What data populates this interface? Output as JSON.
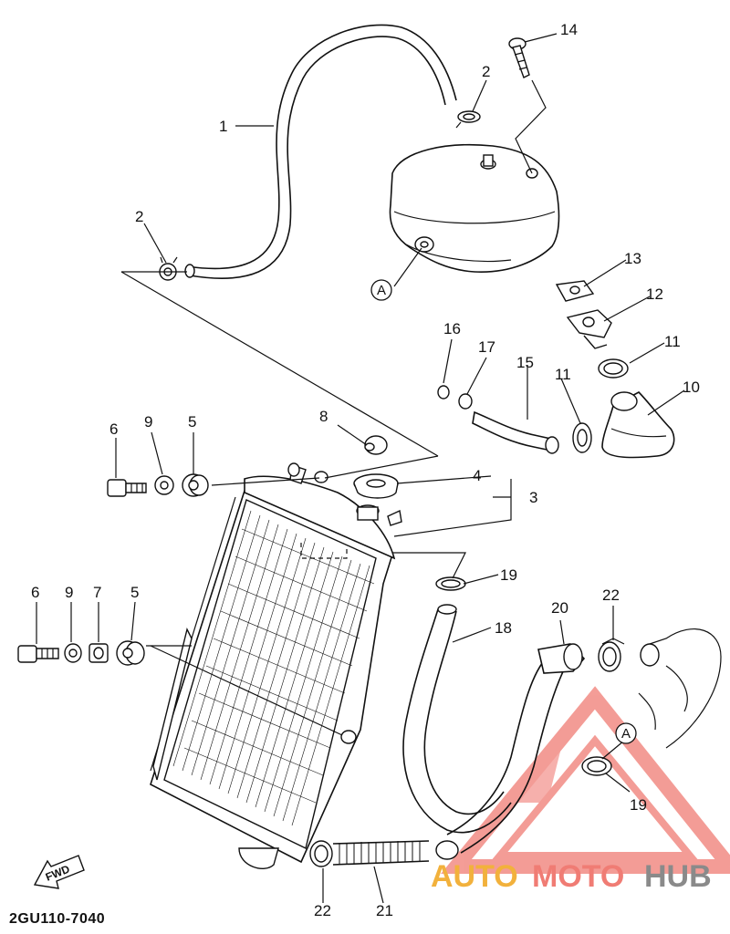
{
  "diagram": {
    "code": "2GU110-7040",
    "fwd_label": "FWD",
    "callouts": [
      "1",
      "2",
      "2",
      "3",
      "4",
      "5",
      "5",
      "6",
      "6",
      "7",
      "8",
      "9",
      "9",
      "10",
      "11",
      "11",
      "12",
      "13",
      "14",
      "15",
      "16",
      "17",
      "18",
      "19",
      "19",
      "20",
      "21",
      "22",
      "22"
    ],
    "ref_mark": "A",
    "watermark": {
      "words": [
        "AUTO",
        "MOTO",
        "HUB"
      ],
      "colors": {
        "auto": "#f2b13c",
        "moto": "#f07c74",
        "hub": "#8a8a8a",
        "triangle": "#f07c74"
      }
    }
  }
}
